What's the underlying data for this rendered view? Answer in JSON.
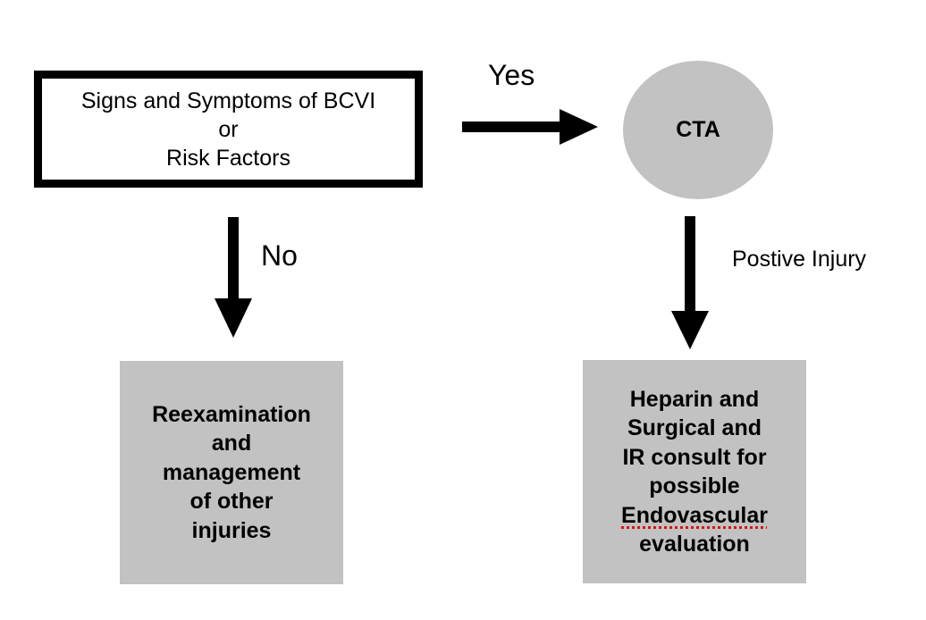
{
  "nodes": {
    "start": {
      "lines": [
        "Signs and Symptoms of BCVI",
        "or",
        "Risk Factors"
      ]
    },
    "cta": {
      "label": "CTA",
      "fill": "#c2c2c2"
    },
    "no_branch": {
      "lines": [
        "Reexamination",
        "and",
        "management",
        "of other",
        "injuries"
      ],
      "fill": "#c2c2c2"
    },
    "positive_branch": {
      "lines": [
        "Heparin and",
        "Surgical and",
        "IR consult for",
        "possible"
      ],
      "spellcheck_word": "Endovascular",
      "last_line": "evaluation",
      "fill": "#c2c2c2"
    }
  },
  "edges": {
    "yes": {
      "label": "Yes"
    },
    "no": {
      "label": "No"
    },
    "positive": {
      "label": "Postive Injury"
    }
  },
  "colors": {
    "arrow": "#000000",
    "node_fill": "#c2c2c2",
    "spellcheck_underline": "#e01010"
  }
}
